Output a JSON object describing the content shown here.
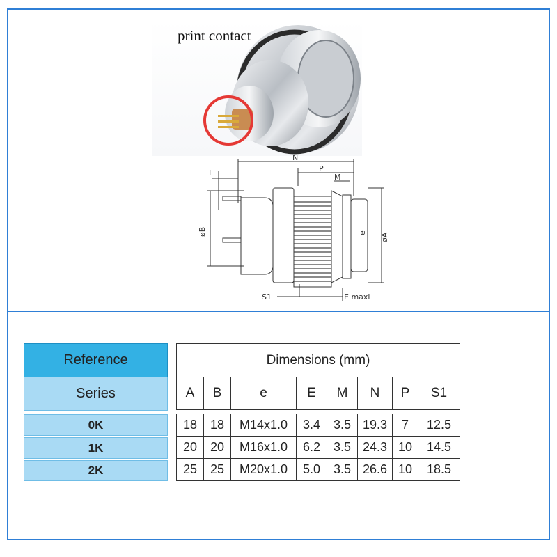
{
  "photo": {
    "caption": "print contact"
  },
  "drawing": {
    "labels": {
      "n": "N",
      "p": "P",
      "m": "M",
      "l": "L",
      "b": "øB",
      "e": "e",
      "a": "øA",
      "s1": "S1",
      "e_maxi": "E  maxi"
    }
  },
  "colors": {
    "border": "#2f7fd6",
    "ref_header": "#33b1e4",
    "ref_light": "#a9daf4",
    "highlight": "#e53935"
  },
  "table": {
    "reference_label": "Reference",
    "series_label": "Series",
    "dimensions_label": "Dimensions (mm)",
    "columns": [
      "A",
      "B",
      "e",
      "E",
      "M",
      "N",
      "P",
      "S1"
    ],
    "rows": [
      {
        "series": "0K",
        "values": [
          "18",
          "18",
          "M14x1.0",
          "3.4",
          "3.5",
          "19.3",
          "7",
          "12.5"
        ]
      },
      {
        "series": "1K",
        "values": [
          "20",
          "20",
          "M16x1.0",
          "6.2",
          "3.5",
          "24.3",
          "10",
          "14.5"
        ]
      },
      {
        "series": "2K",
        "values": [
          "25",
          "25",
          "M20x1.0",
          "5.0",
          "3.5",
          "26.6",
          "10",
          "18.5"
        ]
      }
    ]
  }
}
